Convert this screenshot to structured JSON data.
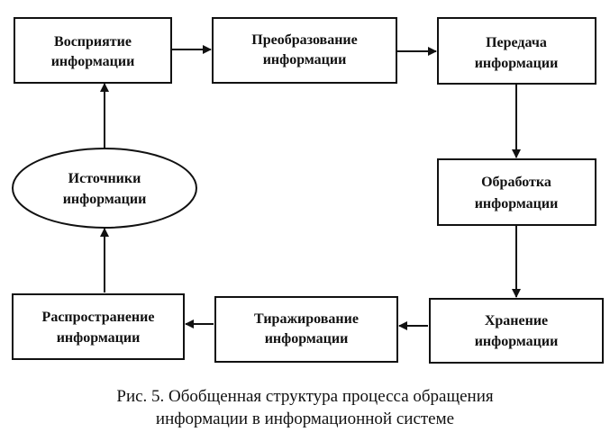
{
  "nodes": {
    "perception": {
      "line1": "Восприятие",
      "line2": "информации"
    },
    "transformation": {
      "line1": "Преобразование",
      "line2": "информации"
    },
    "transmission": {
      "line1": "Передача",
      "line2": "информации"
    },
    "processing": {
      "line1": "Обработка",
      "line2": "информации"
    },
    "storage": {
      "line1": "Хранение",
      "line2": "информации"
    },
    "replication": {
      "line1": "Тиражирование",
      "line2": "информации"
    },
    "dissemination": {
      "line1": "Распространение",
      "line2": "информации"
    },
    "sources": {
      "line1": "Источники",
      "line2": "информации"
    }
  },
  "caption": {
    "line1": "Рис. 5. Обобщенная структура процесса обращения",
    "line2": "информации в информационной системе"
  }
}
